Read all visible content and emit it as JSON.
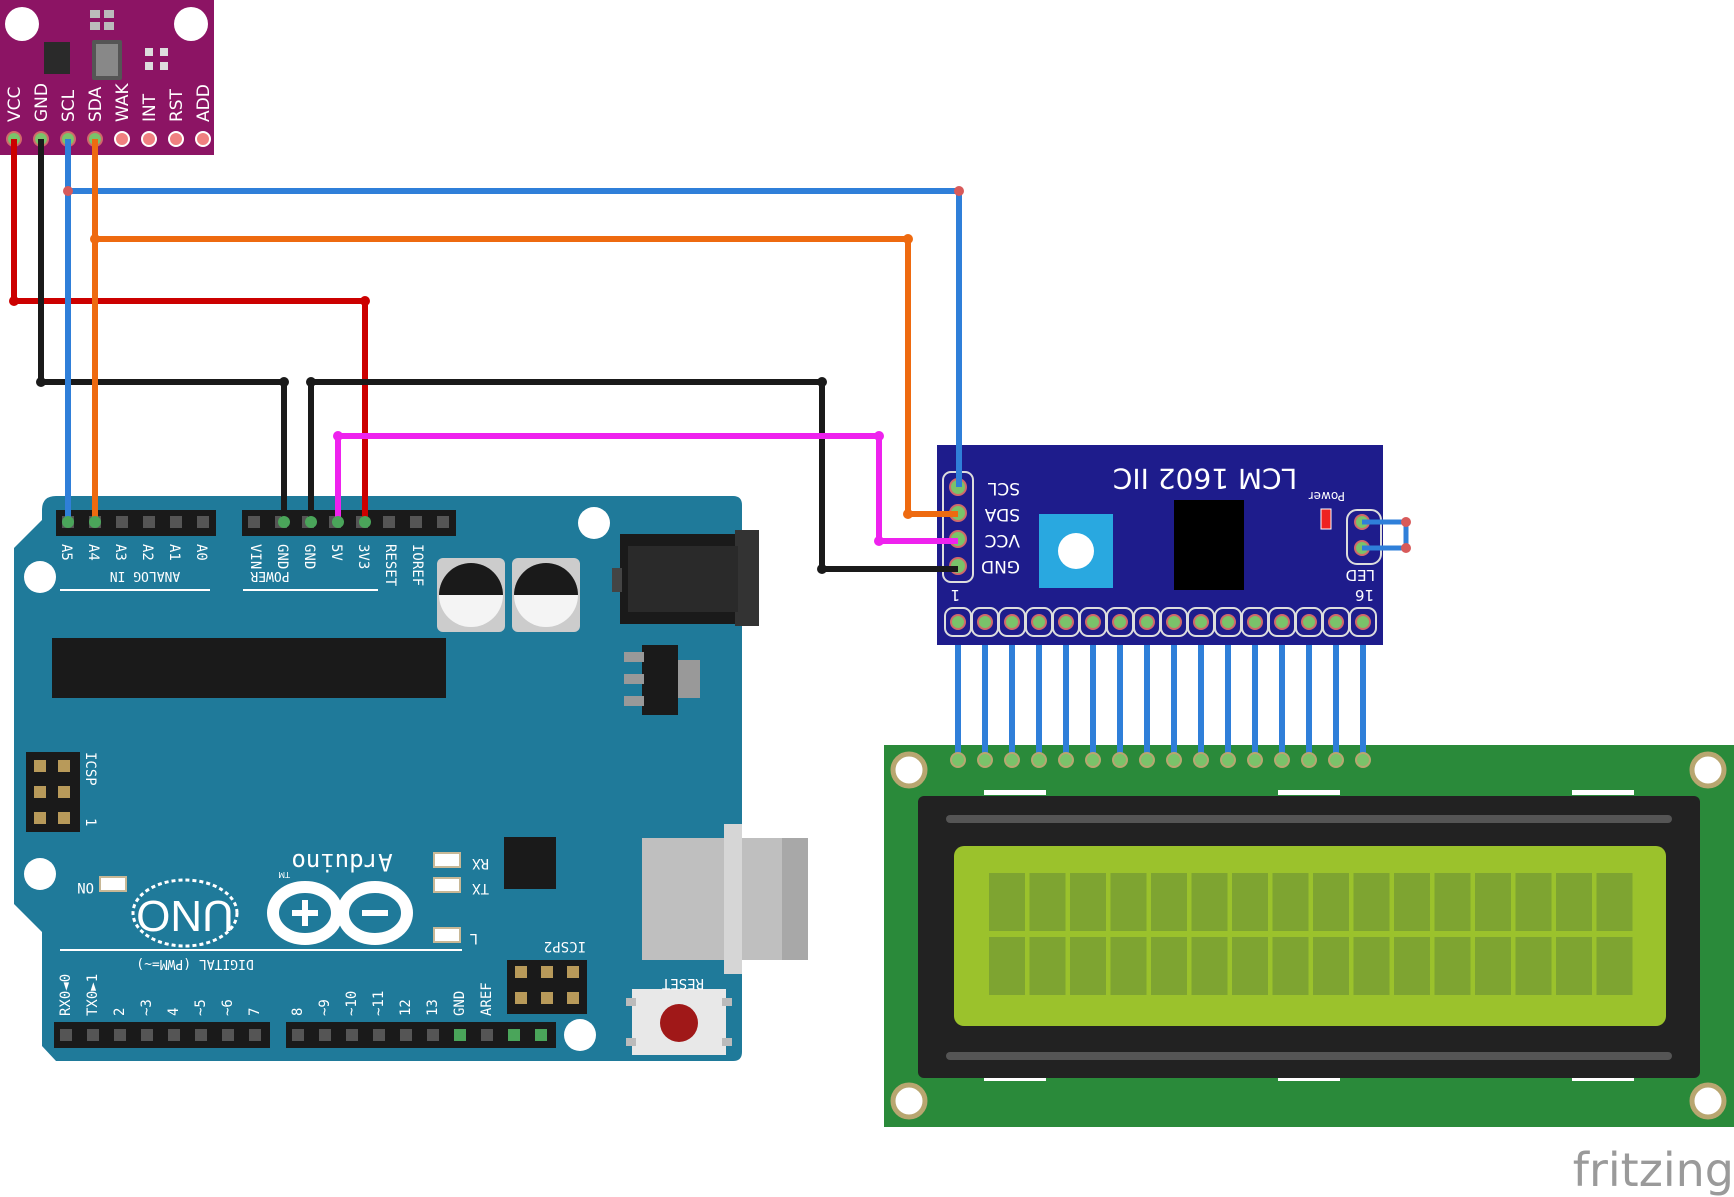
{
  "sensor": {
    "pins": [
      "VCC",
      "GND",
      "SCL",
      "SDA",
      "WAK",
      "INT",
      "RST",
      "ADD"
    ]
  },
  "arduino": {
    "analog_pins": [
      "A5",
      "A4",
      "A3",
      "A2",
      "A1",
      "A0"
    ],
    "analog_header": "ANALOG IN",
    "power_pins": [
      "VIN",
      "GND",
      "GND",
      "5V",
      "3V3",
      "RESET",
      "IOREF"
    ],
    "power_header": "POWER",
    "icsp_label": "ICSP",
    "icsp2_label": "ICSP2",
    "one_label": "1",
    "rx_label": "RX",
    "tx_label": "TX",
    "l_label": "L",
    "on_label": "ON",
    "brand": "Arduino",
    "tm": "TM",
    "model": "UNO",
    "digital_header": "DIGITAL (PWM=~)",
    "digital_pins_a": [
      "RX0◄0",
      "TX0►1",
      "2",
      "~3",
      "4",
      "~5",
      "~6",
      "7"
    ],
    "digital_pins_b": [
      "8",
      "~9",
      "~10",
      "~11",
      "12",
      "13",
      "GND",
      "AREF"
    ],
    "reset_label": "RESET"
  },
  "i2c_module": {
    "title": "LCM 1602 IIC",
    "pins": [
      "SCL",
      "SDA",
      "VCC",
      "GND"
    ],
    "power_label": "Power",
    "led_label": "LED",
    "pin1_label": "1",
    "pin16_label": "16"
  },
  "watermark": "fritzing",
  "colors": {
    "red": "#cc0000",
    "black": "#1a1a1a",
    "blue": "#2f7fd9",
    "orange": "#ee6a10",
    "magenta": "#ee22ee",
    "arduino": "#1f7a9a",
    "sensor": "#8c1464",
    "module": "#1e1c8c",
    "lcd_pcb": "#2a8a3a"
  }
}
